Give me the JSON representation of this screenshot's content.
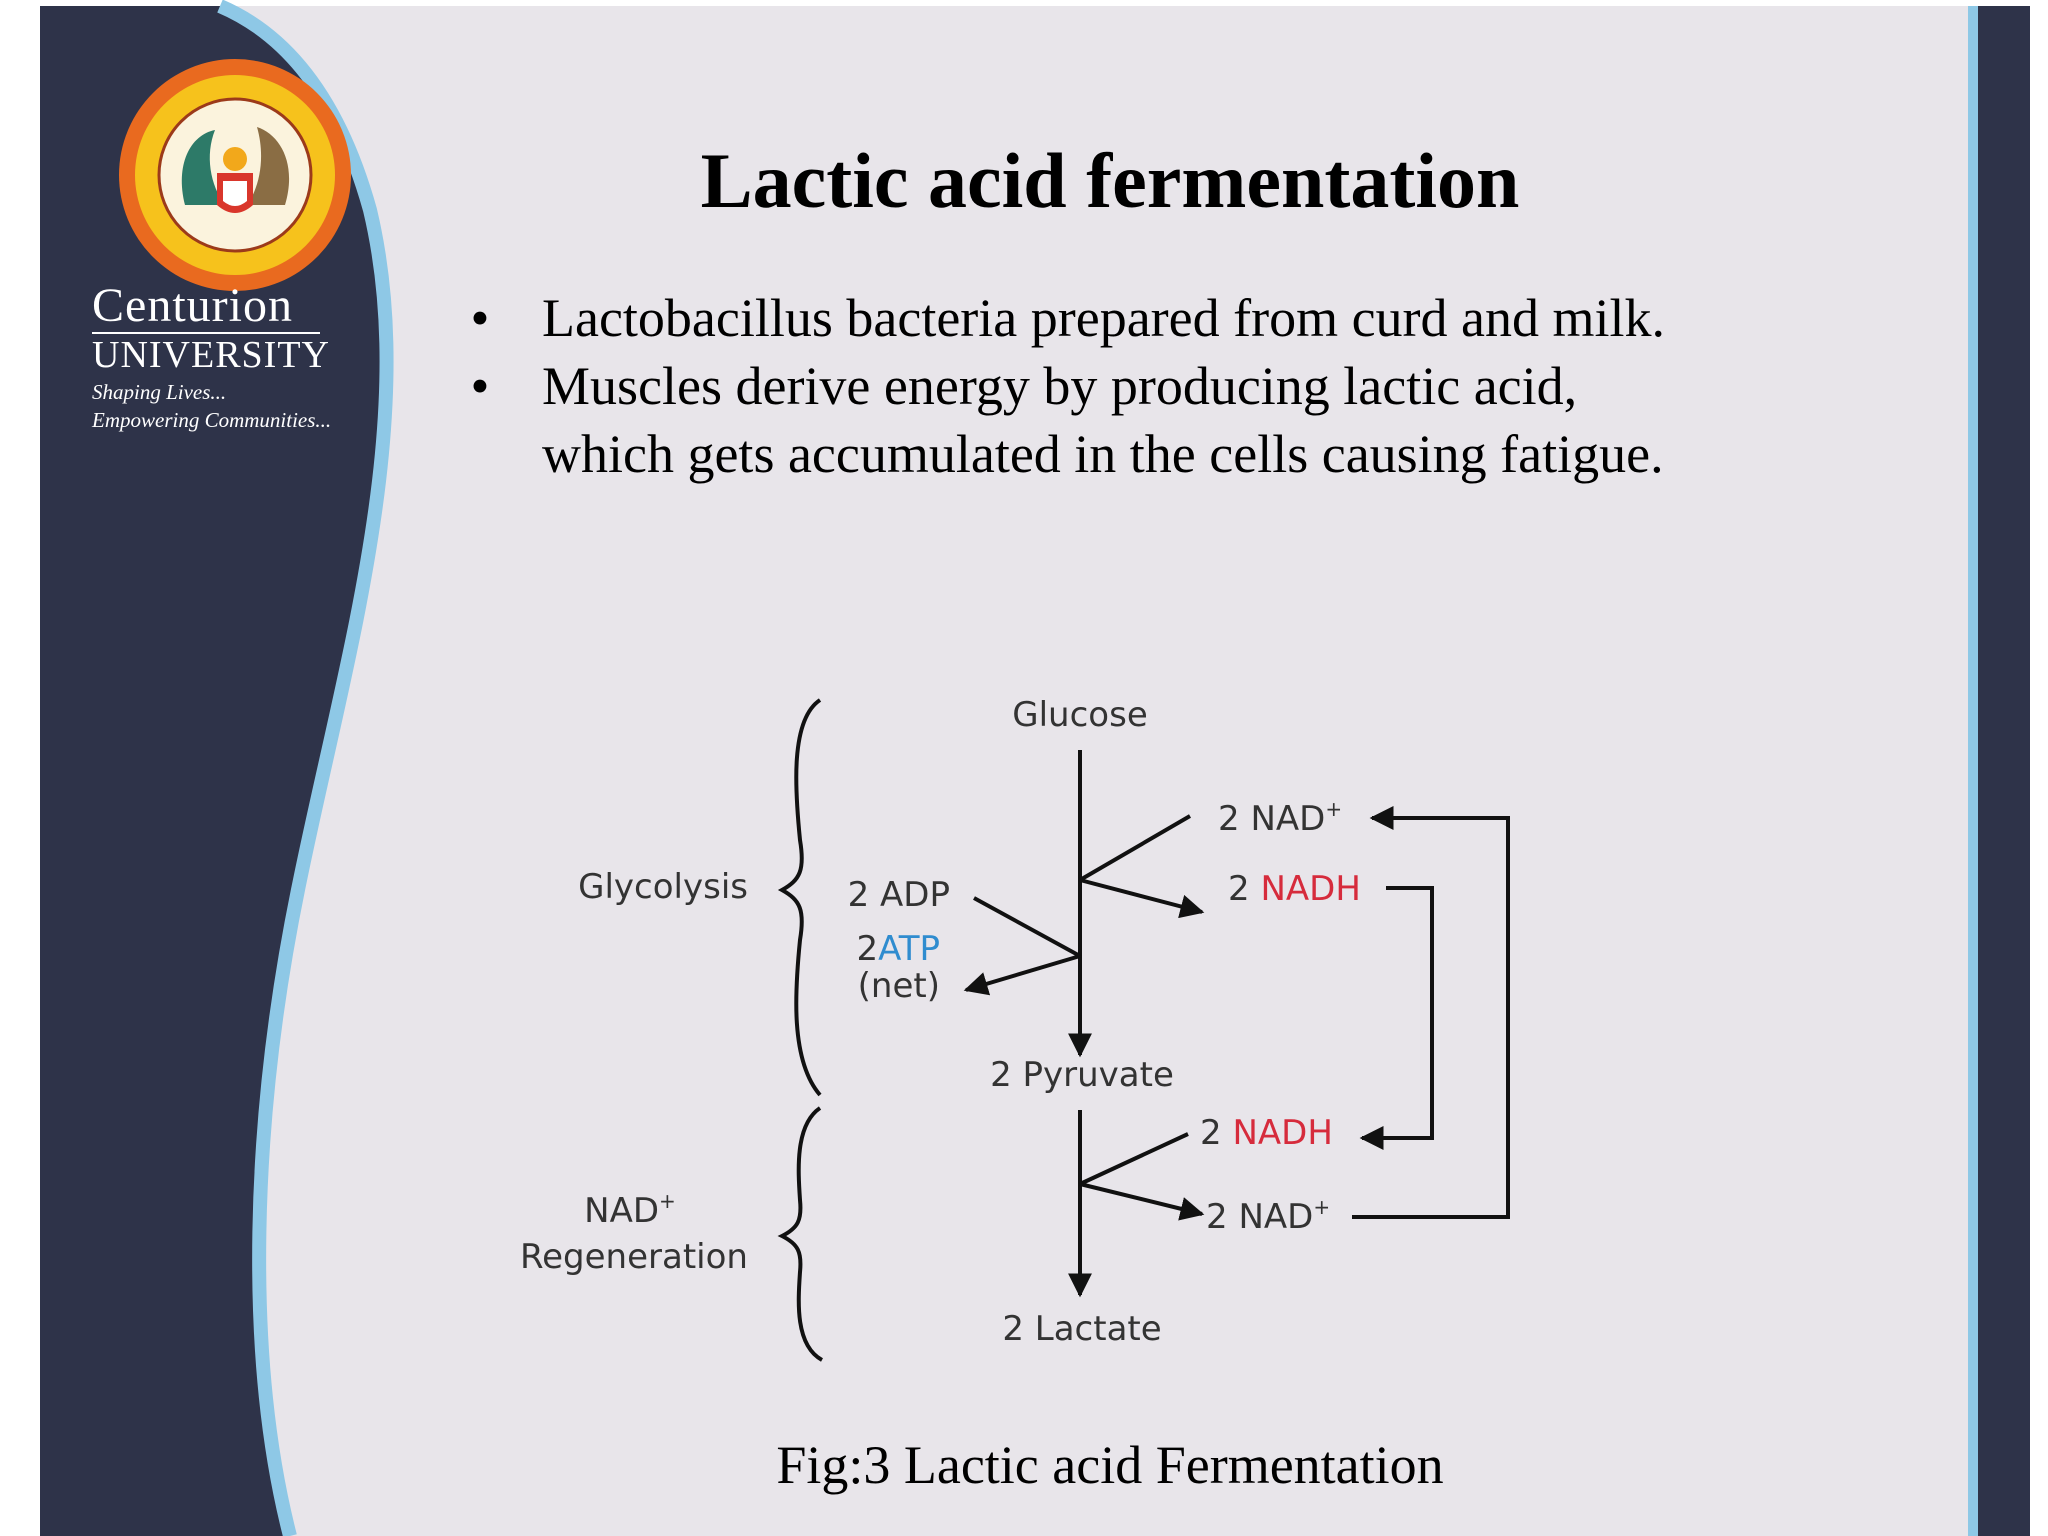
{
  "branding": {
    "name": "Centurion",
    "sub": "UNIVERSITY",
    "tagline_1": "Shaping Lives...",
    "tagline_2": "Empowering Communities..."
  },
  "slide": {
    "title": "Lactic acid fermentation",
    "bullets": [
      "Lactobacillus bacteria prepared from curd and milk.",
      "Muscles derive energy by producing lactic acid, which gets accumulated in the cells causing fatigue."
    ],
    "caption": "Fig:3 Lactic acid Fermentation"
  },
  "diagram": {
    "glucose": "Glucose",
    "glycolysis": "Glycolysis",
    "adp": "2 ADP",
    "atp_prefix": "2",
    "atp": "ATP",
    "atp_net": "(net)",
    "nad_top": "2 NAD",
    "nad_sup": "+",
    "nadh_top_prefix": "2 ",
    "nadh": "NADH",
    "pyruvate": "2 Pyruvate",
    "nadh_bottom_prefix": "2 ",
    "nad_bottom": "2 NAD",
    "regen_line1": "NAD",
    "regen_line2": "Regeneration",
    "lactate": "2 Lactate"
  },
  "colors": {
    "sidebar": "#2e3349",
    "accent_stripe": "#8ec8e6",
    "slide_bg": "#e8e5ea",
    "nadh": "#d62b3c",
    "atp": "#2f8ccf"
  },
  "icons": {
    "logo": "university-seal-logo"
  }
}
